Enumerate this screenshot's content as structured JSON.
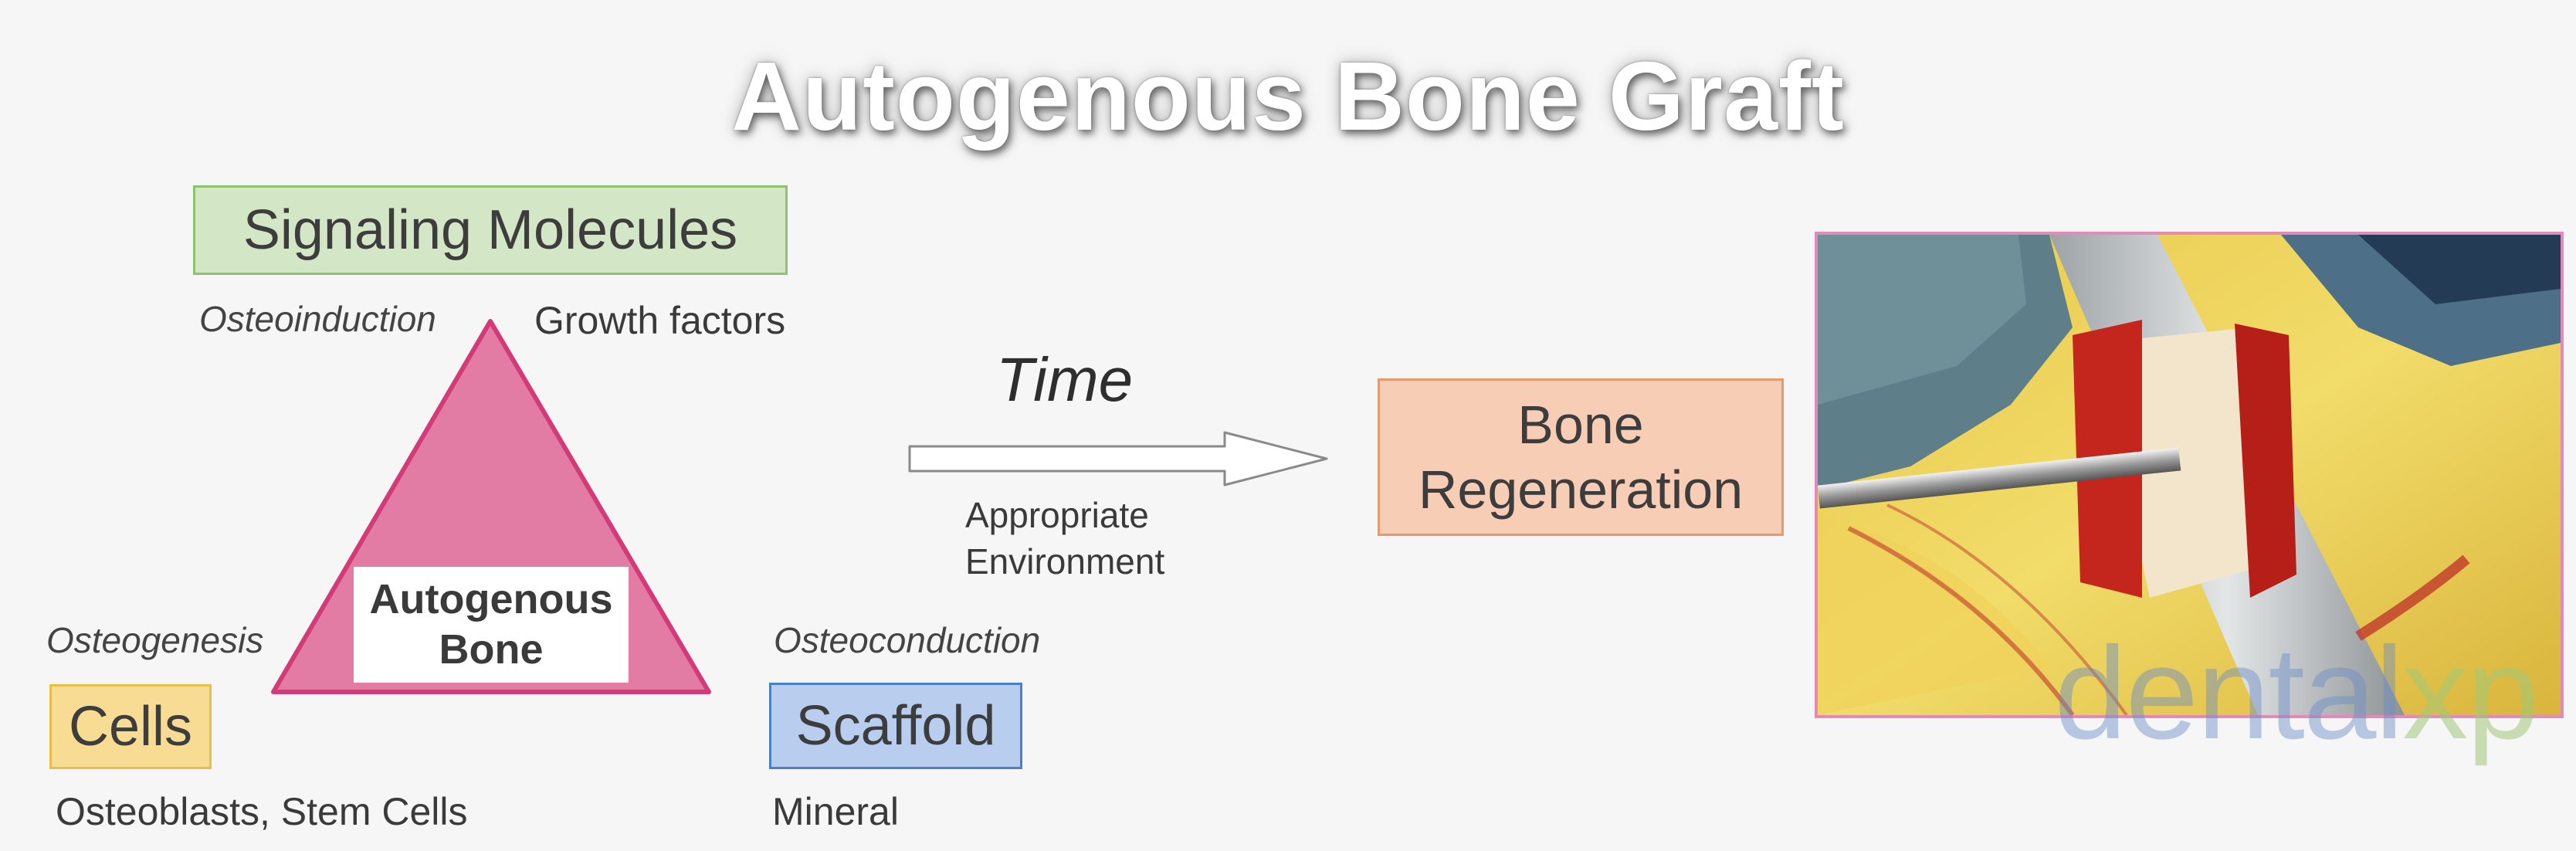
{
  "title": "Autogenous Bone Graft",
  "boxes": {
    "signaling": "Signaling Molecules",
    "cells": "Cells",
    "scaffold": "Scaffold",
    "bone_regeneration_line1": "Bone",
    "bone_regeneration_line2": "Regeneration"
  },
  "labels": {
    "osteoinduction": "Osteoinduction",
    "growth_factors": "Growth factors",
    "osteogenesis": "Osteogenesis",
    "osteoconduction": "Osteoconduction",
    "osteoblasts": "Osteoblasts, Stem Cells",
    "mineral": "Mineral",
    "time": "Time",
    "env_line1": "Appropriate",
    "env_line2": "Environment"
  },
  "triangle": {
    "line1": "Autogenous",
    "line2": "Bone"
  },
  "watermark": {
    "part1": "dental",
    "part2": "xp"
  },
  "colors": {
    "triangle_fill": "#e27ca5",
    "triangle_stroke": "#d33a78",
    "signaling_fill": "#d3e7c6",
    "cells_fill": "#f9dc93",
    "scaffold_fill": "#b9cdef",
    "bone_regen_fill": "#f7cdb6",
    "photo_border": "#e38ab8"
  }
}
